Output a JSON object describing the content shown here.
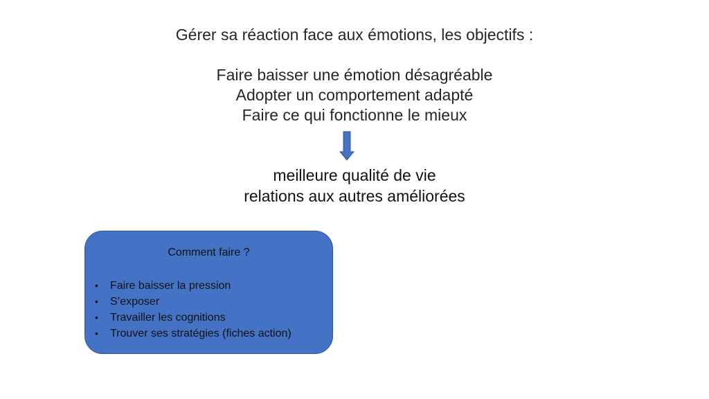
{
  "heading": {
    "title": "Gérer sa réaction face aux émotions, les objectifs :"
  },
  "objectives": [
    "Faire baisser une émotion désagréable",
    "Adopter un comportement adapté",
    "Faire ce qui fonctionne le mieux"
  ],
  "arrow": {
    "icon": "arrow-down-icon",
    "color": "#4472c4"
  },
  "results": [
    "meilleure qualité de vie",
    "relations aux autres améliorées"
  ],
  "howto": {
    "title": "Comment faire ?",
    "bullet": "•",
    "items": [
      "Faire baisser la pression",
      "S’exposer",
      "Travailler les cognitions",
      "Trouver ses stratégies (fiches action)"
    ],
    "background_color": "#4472c4"
  }
}
